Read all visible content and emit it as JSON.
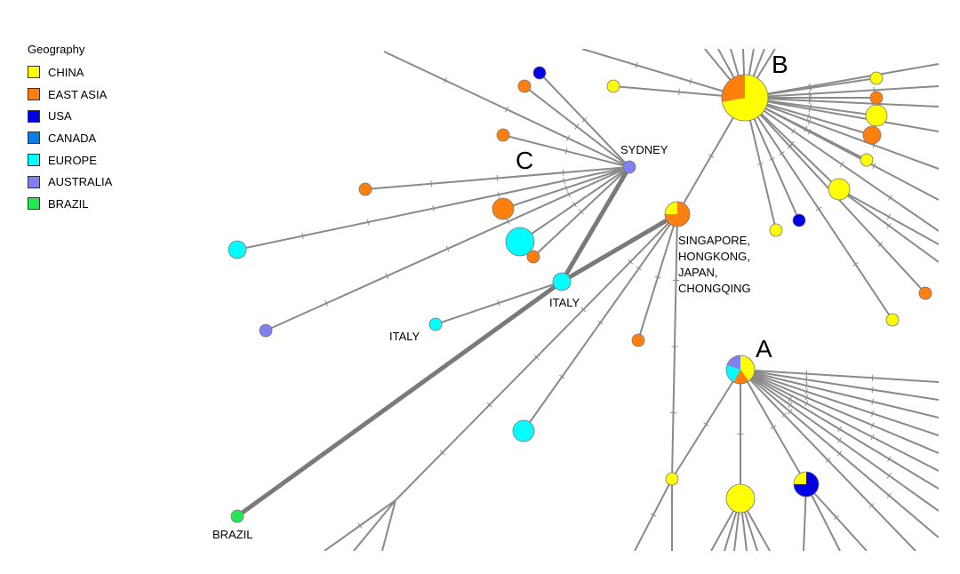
{
  "legend": {
    "title": "Geography",
    "items": [
      {
        "label": "CHINA",
        "color": "#ffff00"
      },
      {
        "label": "EAST ASIA",
        "color": "#ff7f0e"
      },
      {
        "label": "USA",
        "color": "#0000e6"
      },
      {
        "label": "CANADA",
        "color": "#0a7fe8"
      },
      {
        "label": "EUROPE",
        "color": "#00ffff"
      },
      {
        "label": "AUSTRALIA",
        "color": "#8080f0"
      },
      {
        "label": "BRAZIL",
        "color": "#22e855"
      }
    ]
  },
  "clusters": {
    "a": "A",
    "b": "B",
    "c": "C"
  },
  "node_labels": {
    "sydney": "SYDNEY",
    "singapore": [
      "SINGAPORE,",
      "HONGKONG,",
      "JAPAN,",
      "CHONGQING"
    ],
    "italy_hub": "ITALY",
    "italy_leaf": "ITALY",
    "brazil": "BRAZIL"
  }
}
